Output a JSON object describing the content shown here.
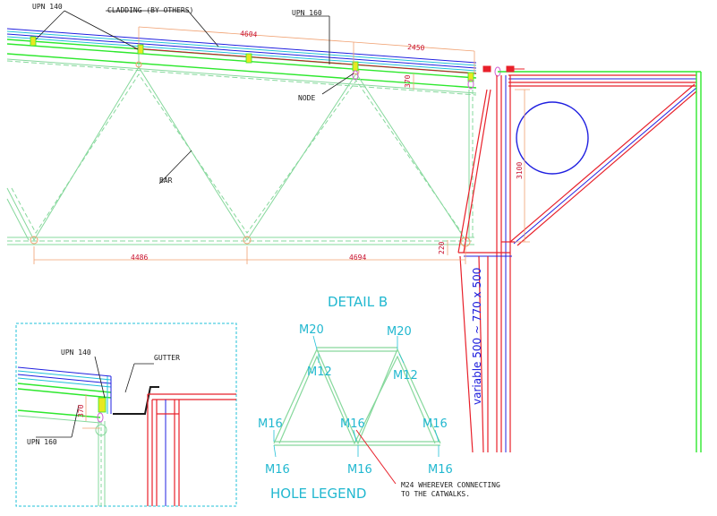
{
  "labels": {
    "upn140_top": "UPN 140",
    "cladding": "CLADDING (BY OTHERS)",
    "upn160_top": "UPN 160",
    "node": "NODE",
    "bar": "BAR",
    "detail_upn140": "UPN 140",
    "detail_gutter": "GUTTER",
    "detail_upn160": "UPN 160",
    "catwalk_note_1": "M24 WHEREVER CONNECTING",
    "catwalk_note_2": "TO THE CATWALKS."
  },
  "dimensions": {
    "top_4604": "4604",
    "top_2450": "2450",
    "depth_370": "370",
    "bottom_4486": "4486",
    "bottom_4694": "4694",
    "height_3100": "3100",
    "offset_220": "220",
    "detail_370": "370"
  },
  "column_note": "variable 500 ~ 770 x 500",
  "detail_b": {
    "title": "DETAIL  B",
    "m20_left": "M20",
    "m20_right": "M20",
    "m12_left": "M12",
    "m12_right": "M12",
    "m16_left": "M16",
    "m16_mid": "M16",
    "m16_right": "M16",
    "m16_bl": "M16",
    "m16_bm": "M16",
    "m16_br": "M16"
  },
  "hole_legend_title": "HOLE LEGEND",
  "colors": {
    "green": "#2ee82e",
    "light_green": "#86d89c",
    "red": "#e8202a",
    "blue": "#2020e0",
    "cyan": "#22c0d8",
    "orange": "#f0a070",
    "yellow": "#e8e820"
  }
}
